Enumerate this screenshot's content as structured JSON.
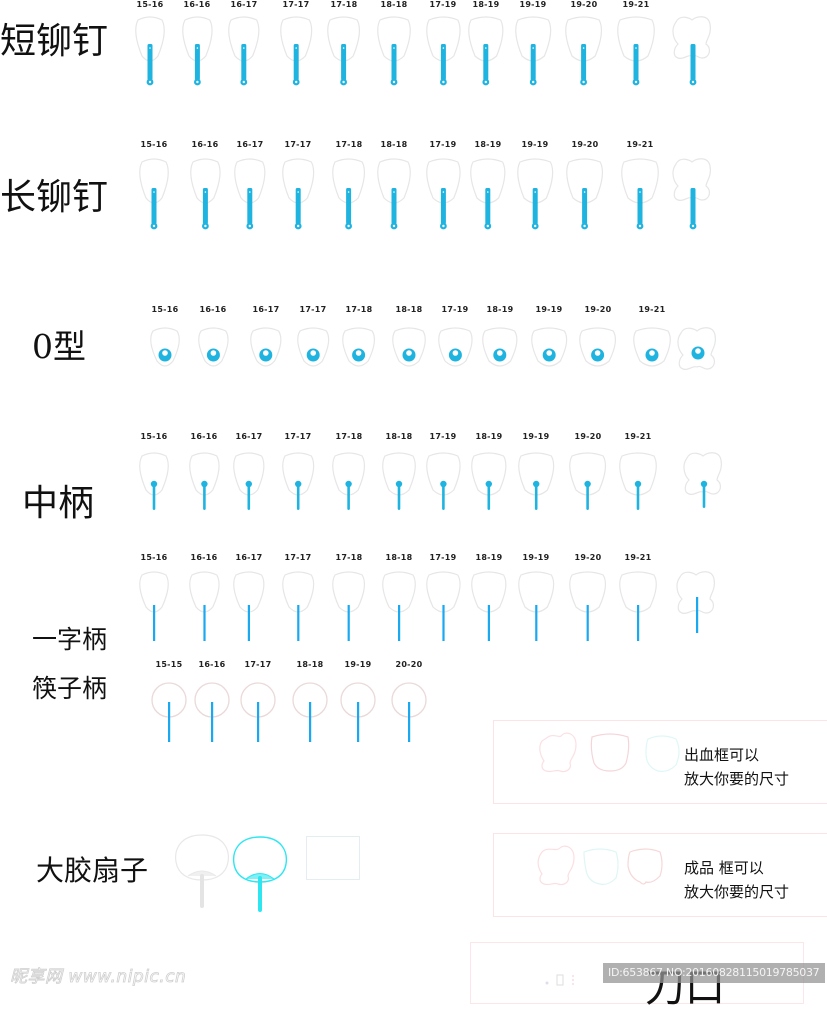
{
  "colors": {
    "handle": "#1fb3e0",
    "handle_bright": "#1aa8f0",
    "outline": "#e6e6e6",
    "round_outline": "#ead9d9",
    "big_fan_cyan": "#2ee6f0",
    "box_border": "#fbe3e6"
  },
  "sections": [
    {
      "title": "短铆钉",
      "type": "short-rivet",
      "sizes": [
        "15-16",
        "16-16",
        "16-17",
        "17-17",
        "17-18",
        "18-18",
        "17-19",
        "18-19",
        "19-19",
        "19-20",
        "19-21"
      ],
      "has_butterfly": true
    },
    {
      "title": "长铆钉",
      "type": "long-rivet",
      "sizes": [
        "15-16",
        "16-16",
        "16-17",
        "17-17",
        "17-18",
        "18-18",
        "17-19",
        "18-19",
        "19-19",
        "19-20",
        "19-21"
      ],
      "has_butterfly": true
    },
    {
      "title": "0型",
      "type": "o-type",
      "sizes": [
        "15-16",
        "16-16",
        "16-17",
        "17-17",
        "17-18",
        "18-18",
        "17-19",
        "18-19",
        "19-19",
        "19-20",
        "19-21"
      ],
      "has_butterfly": true
    },
    {
      "title": "中柄",
      "type": "mid-handle",
      "sizes": [
        "15-16",
        "16-16",
        "16-17",
        "17-17",
        "17-18",
        "18-18",
        "17-19",
        "18-19",
        "19-19",
        "19-20",
        "19-21"
      ],
      "has_butterfly": true
    },
    {
      "title": "一字柄",
      "type": "straight-handle",
      "sizes": [
        "15-16",
        "16-16",
        "16-17",
        "17-17",
        "17-18",
        "18-18",
        "17-19",
        "18-19",
        "19-19",
        "19-20",
        "19-21"
      ],
      "has_butterfly": true
    },
    {
      "title": "筷子柄",
      "type": "chopstick-handle",
      "sizes": [
        "15-15",
        "16-16",
        "17-17",
        "18-18",
        "19-19",
        "20-20"
      ],
      "has_butterfly": false
    },
    {
      "title": "大胶扇子",
      "type": "big-plastic-fan",
      "sizes": [],
      "has_butterfly": false
    }
  ],
  "notes": [
    {
      "line1": "出血框可以",
      "line2": "放大你要的尺寸"
    },
    {
      "line1": "成品 框可以",
      "line2": "放大你要的尺寸"
    }
  ],
  "bottom": {
    "title": "刀口",
    "watermark": "昵享网 www.nipic.cn",
    "id_text": "ID:653867 NO:20160828115019785037"
  }
}
